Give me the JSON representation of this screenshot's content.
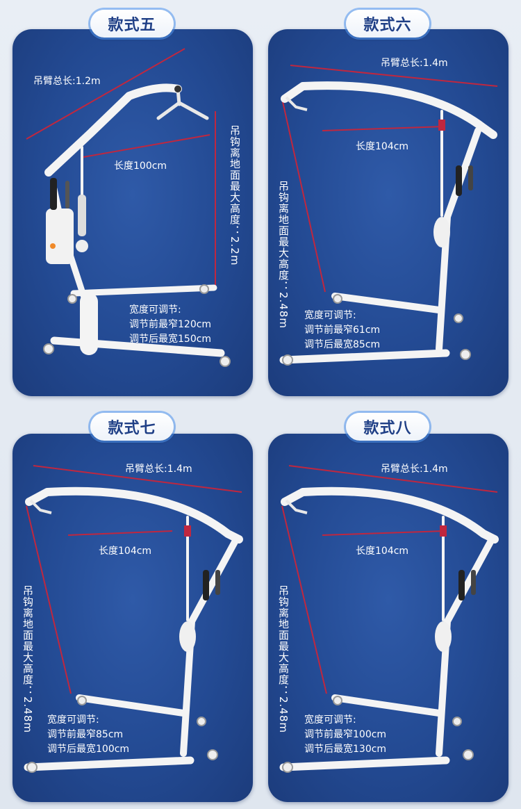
{
  "colors": {
    "panel": "#234a93",
    "measure_line": "#c0273f",
    "badge_text": "#1f3f86"
  },
  "models": [
    {
      "title": "款式五",
      "arm_total": "吊臂总长:1.2m",
      "length": "长度100cm",
      "hook_height": "吊钩离地面最大高度：2.2m",
      "width_title": "宽度可调节:",
      "width_min": "调节前最窄120cm",
      "width_max": "调节后最宽150cm"
    },
    {
      "title": "款式六",
      "arm_total": "吊臂总长:1.4m",
      "length": "长度104cm",
      "hook_height": "吊钩离地面最大高度：2.48m",
      "width_title": "宽度可调节:",
      "width_min": "调节前最窄61cm",
      "width_max": "调节后最宽85cm"
    },
    {
      "title": "款式七",
      "arm_total": "吊臂总长:1.4m",
      "length": "长度104cm",
      "hook_height": "吊钩离地面最大高度：2.48m",
      "width_title": "宽度可调节:",
      "width_min": "调节前最窄85cm",
      "width_max": "调节后最宽100cm"
    },
    {
      "title": "款式八",
      "arm_total": "吊臂总长:1.4m",
      "length": "长度104cm",
      "hook_height": "吊钩离地面最大高度：2.48m",
      "width_title": "宽度可调节:",
      "width_min": "调节前最窄100cm",
      "width_max": "调节后最宽130cm"
    }
  ]
}
